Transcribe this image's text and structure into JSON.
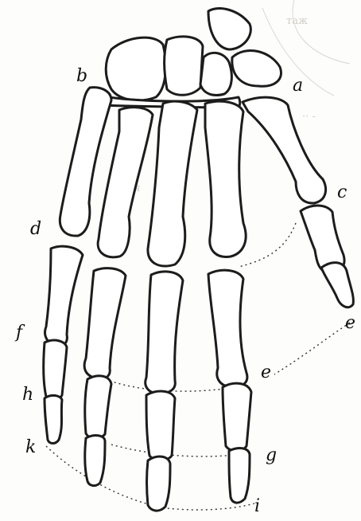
{
  "figure": {
    "labels": [
      "a",
      "b",
      "c",
      "d",
      "e",
      "e",
      "f",
      "g",
      "h",
      "i",
      "k"
    ]
  }
}
